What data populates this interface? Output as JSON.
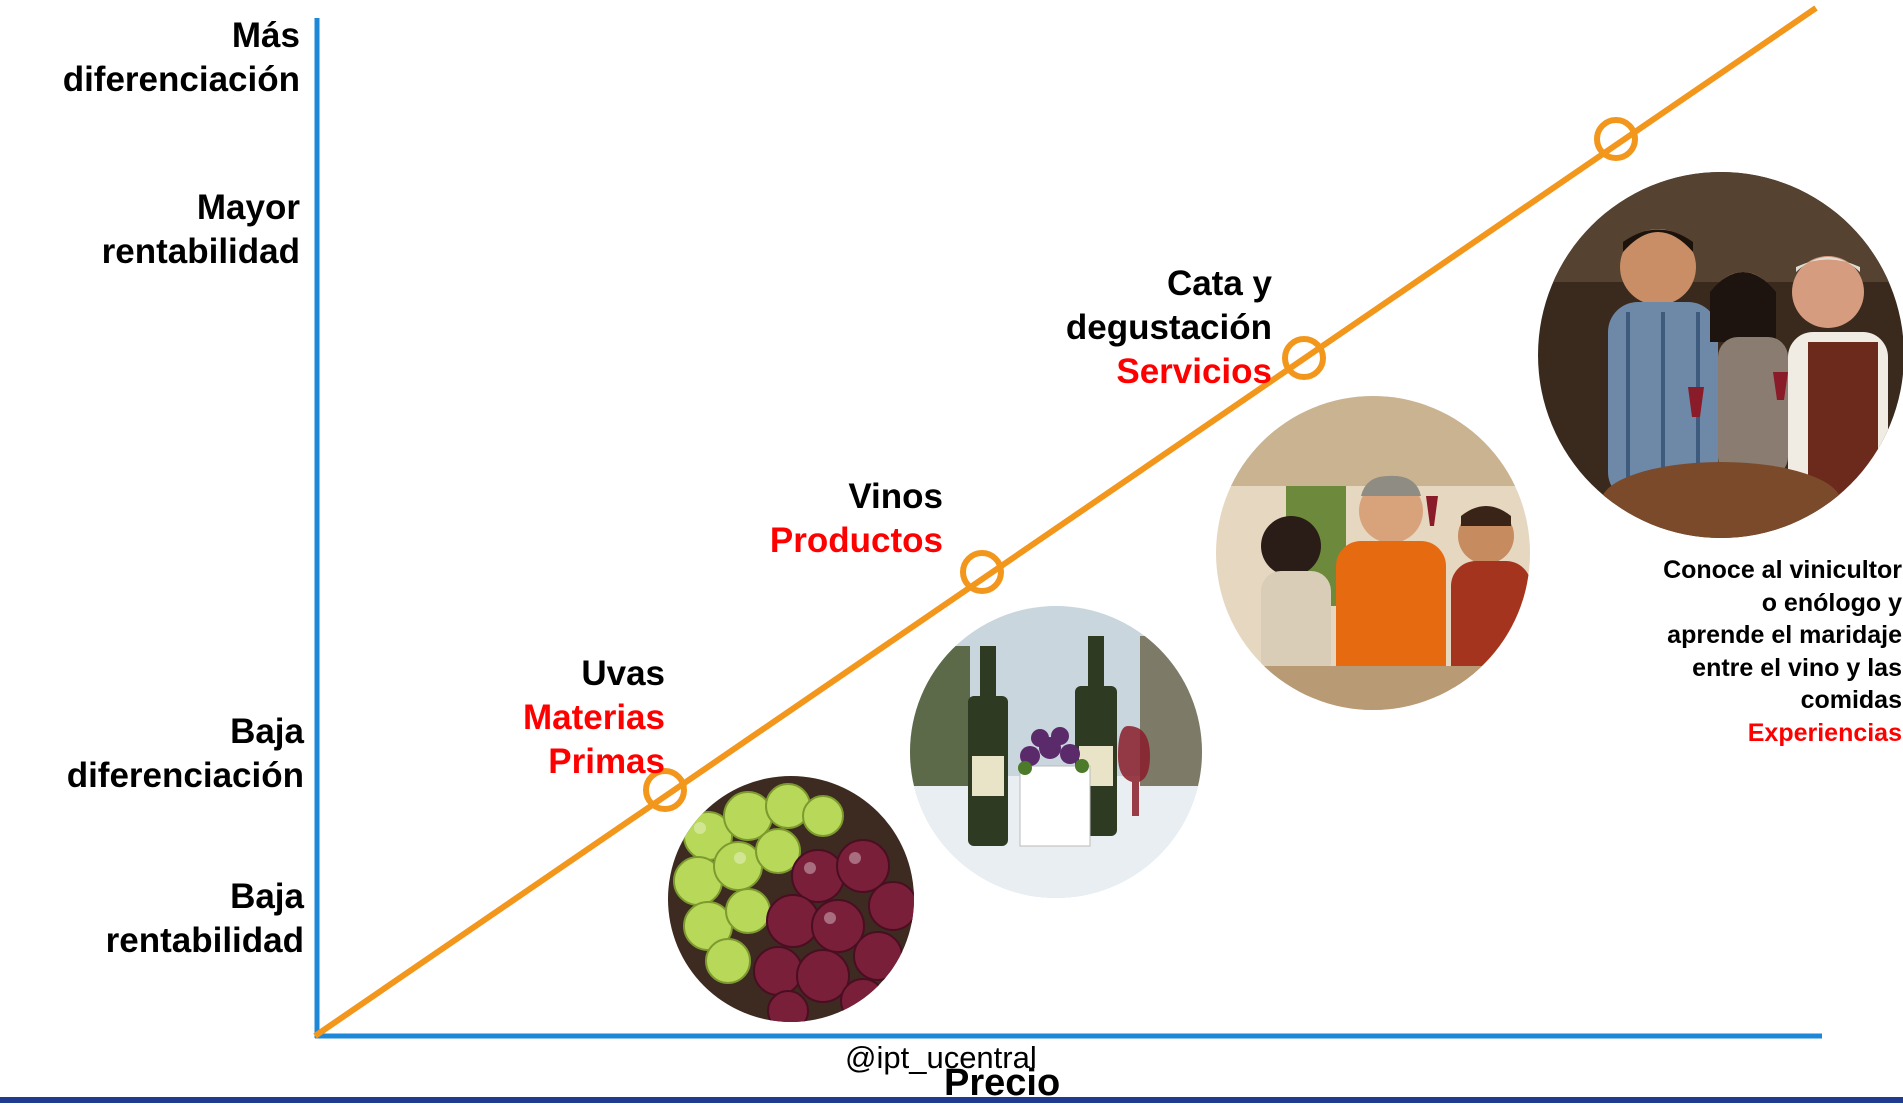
{
  "y_axis": {
    "top_line1": "Más",
    "top_line2": "diferenciación",
    "top2_line1": "Mayor",
    "top2_line2": "rentabilidad",
    "bottom_line1": "Baja",
    "bottom_line2": "diferenciación",
    "bottom2_line1": "Baja",
    "bottom2_line2": "rentabilidad"
  },
  "x_axis": {
    "label": "Precio"
  },
  "stages": [
    {
      "name": "Uvas",
      "category_line1": "Materias",
      "category_line2": "Primas",
      "image": "grapes"
    },
    {
      "name": "Vinos",
      "category": "Productos",
      "image": "wine-bottles"
    },
    {
      "name_line1": "Cata y",
      "name_line2": "degustación",
      "category": "Servicios",
      "image": "wine-tasting"
    },
    {
      "desc_line1": "Conoce al vinicultor",
      "desc_line2": "o enólogo  y",
      "desc_line3": "aprende el maridaje",
      "desc_line4": "entre el vino y las",
      "desc_line5": "comidas",
      "category": "Experiencias",
      "image": "winemaker-experience"
    }
  ],
  "footer": {
    "handle": "@ipt_ucentral"
  },
  "colors": {
    "axis": "#1e88d8",
    "trend_line": "#f2961c",
    "category_text": "#ff0000",
    "bottom_bar": "#1f3b8f"
  }
}
